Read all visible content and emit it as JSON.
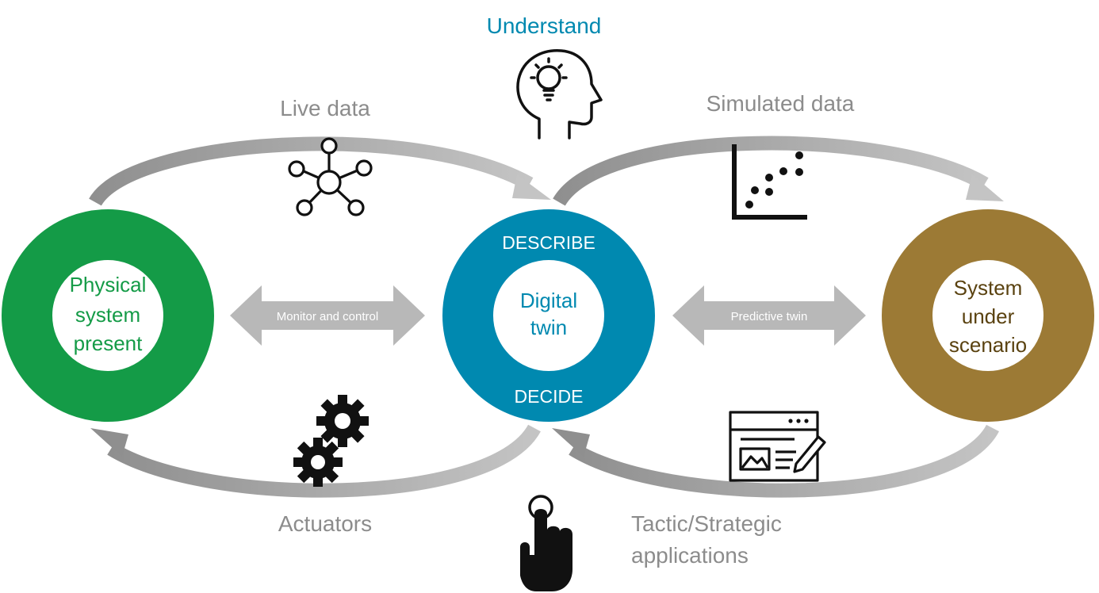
{
  "title": "Understand",
  "colors": {
    "physical": "#149b47",
    "digital": "#0089b0",
    "scenario": "#9c7a35",
    "arc": "#a9a9a9",
    "arrow": "#b8b8b8",
    "label": "#8c8c8c",
    "icon": "#111111"
  },
  "nodes": {
    "physical": {
      "line1": "Physical",
      "line2": "system",
      "line3": "present"
    },
    "digital": {
      "top_label": "DESCRIBE",
      "line1": "Digital",
      "line2": "twin",
      "bottom_label": "DECIDE"
    },
    "scenario": {
      "line1": "System",
      "line2": "under",
      "line3": "scenario"
    }
  },
  "arrows": {
    "monitor": "Monitor and control",
    "predictive": "Predictive twin"
  },
  "flows": {
    "live_data": "Live data",
    "simulated_data": "Simulated data",
    "actuators": "Actuators",
    "applications_line1": "Tactic/Strategic",
    "applications_line2": "applications"
  },
  "icons": {
    "understand": "head-lightbulb-icon",
    "live_data": "network-hub-icon",
    "simulated_data": "scatter-plot-icon",
    "actuators": "gears-icon",
    "applications": "browser-edit-icon",
    "decide": "pointing-hand-icon"
  }
}
